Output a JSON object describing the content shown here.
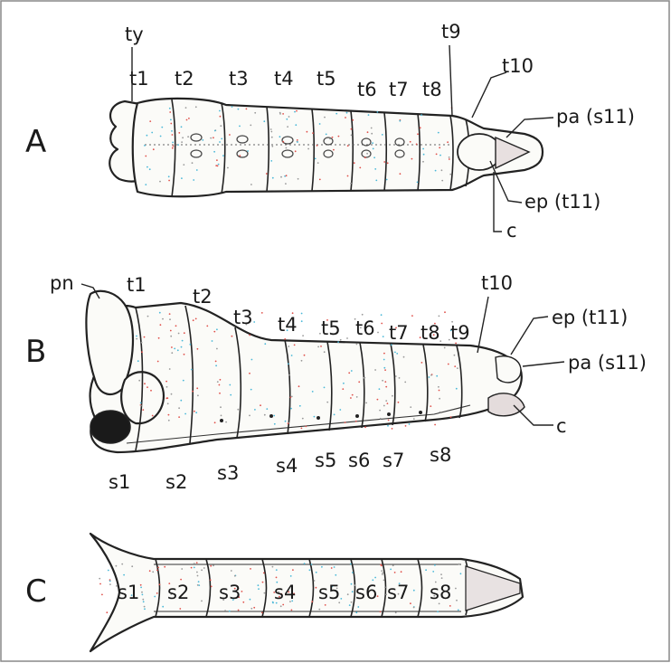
{
  "panels": [
    {
      "id": "A",
      "letter": "A",
      "labels": [
        "ty",
        "t1",
        "t2",
        "t3",
        "t4",
        "t5",
        "t6",
        "t7",
        "t8",
        "t9",
        "t10",
        "pa (s11)",
        "ep (t11)",
        "c"
      ]
    },
    {
      "id": "B",
      "letter": "B",
      "labels": [
        "pn",
        "t1",
        "t2",
        "t3",
        "t4",
        "t5",
        "t6",
        "t7",
        "t8",
        "t9",
        "t10",
        "ep (t11)",
        "pa (s11)",
        "c",
        "s1",
        "s2",
        "s3",
        "s4",
        "s5",
        "s6",
        "s7",
        "s8"
      ]
    },
    {
      "id": "C",
      "letter": "C",
      "labels": [
        "s1",
        "s2",
        "s3",
        "s4",
        "s5",
        "s6",
        "s7",
        "s8"
      ]
    }
  ],
  "colors": {
    "line": "#222222",
    "stipple_red": "#e0504a",
    "stipple_cyan": "#4ab8d8",
    "eye": "#1a1a1a"
  }
}
